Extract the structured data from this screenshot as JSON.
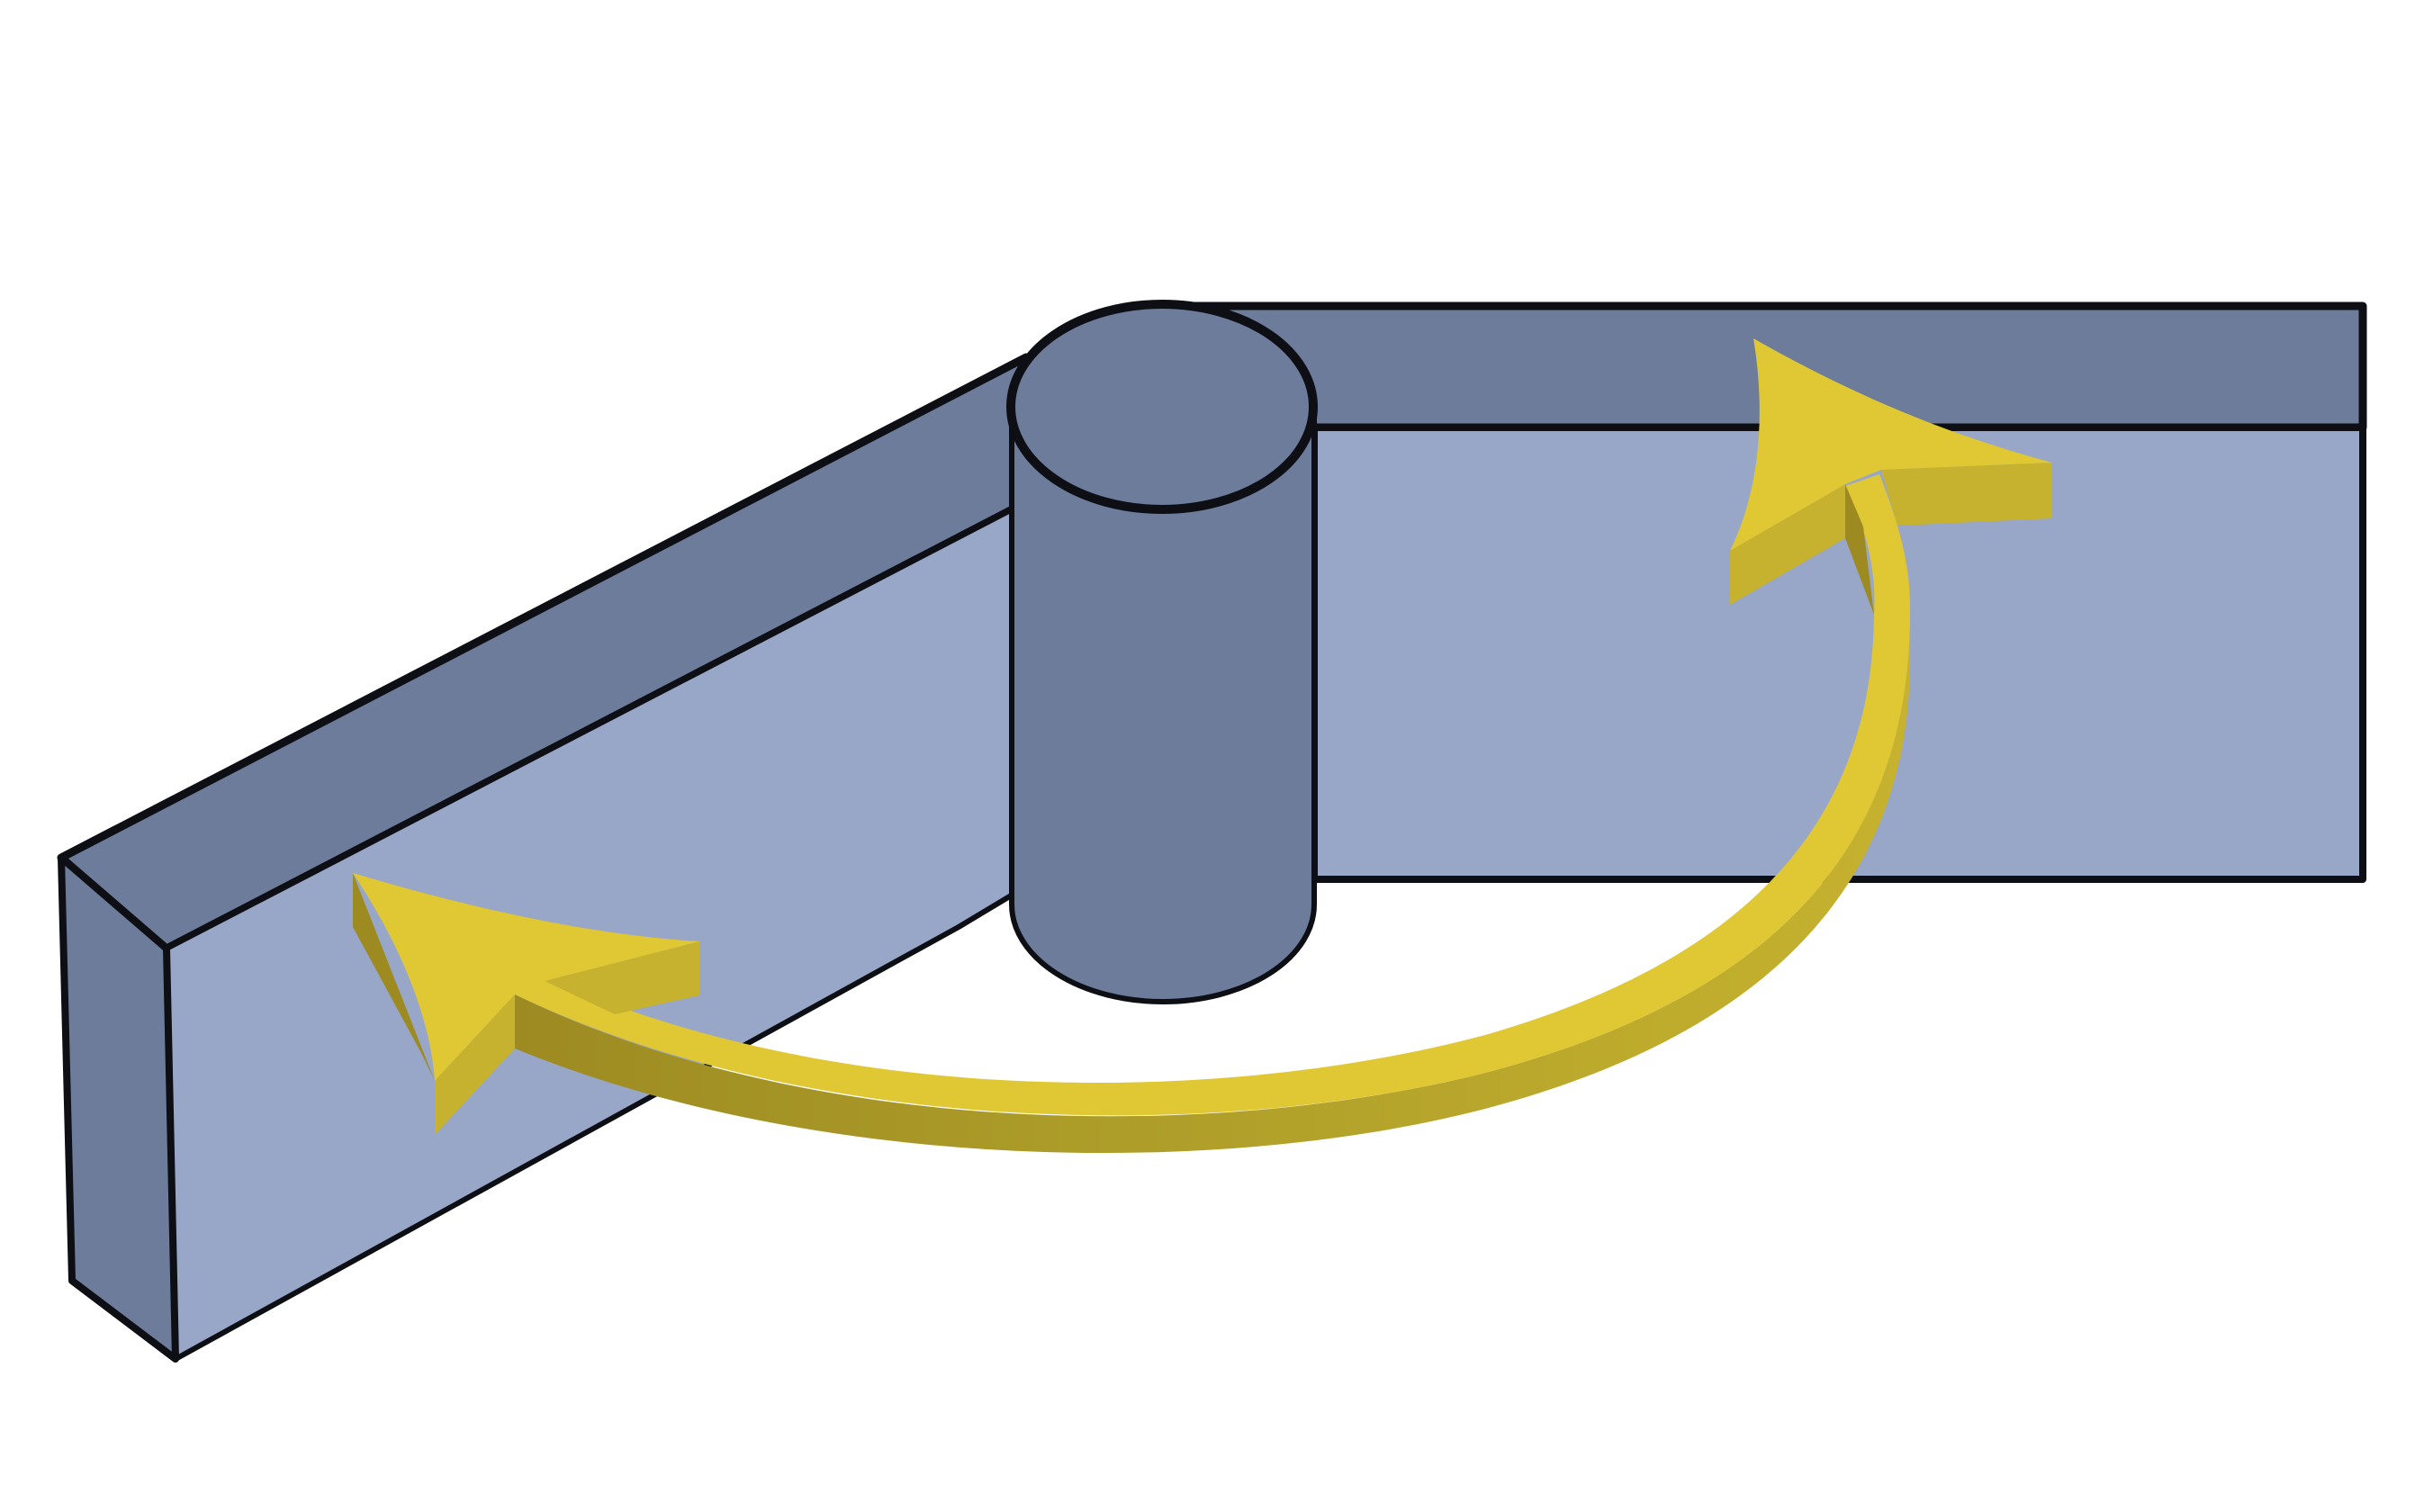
{
  "diagram": {
    "subject": "hinge-rotation",
    "parts": [
      "left-panel",
      "right-panel",
      "hinge-pin",
      "rotation-arrow"
    ],
    "colors": {
      "background": "#ffffff",
      "panel_face": "#98a6c8",
      "panel_dark": "#6c7c9a",
      "outline": "#0d0f14",
      "arrow_light": "#e0c734",
      "arrow_mid": "#c6b22e",
      "arrow_dark": "#9d8b22"
    }
  }
}
